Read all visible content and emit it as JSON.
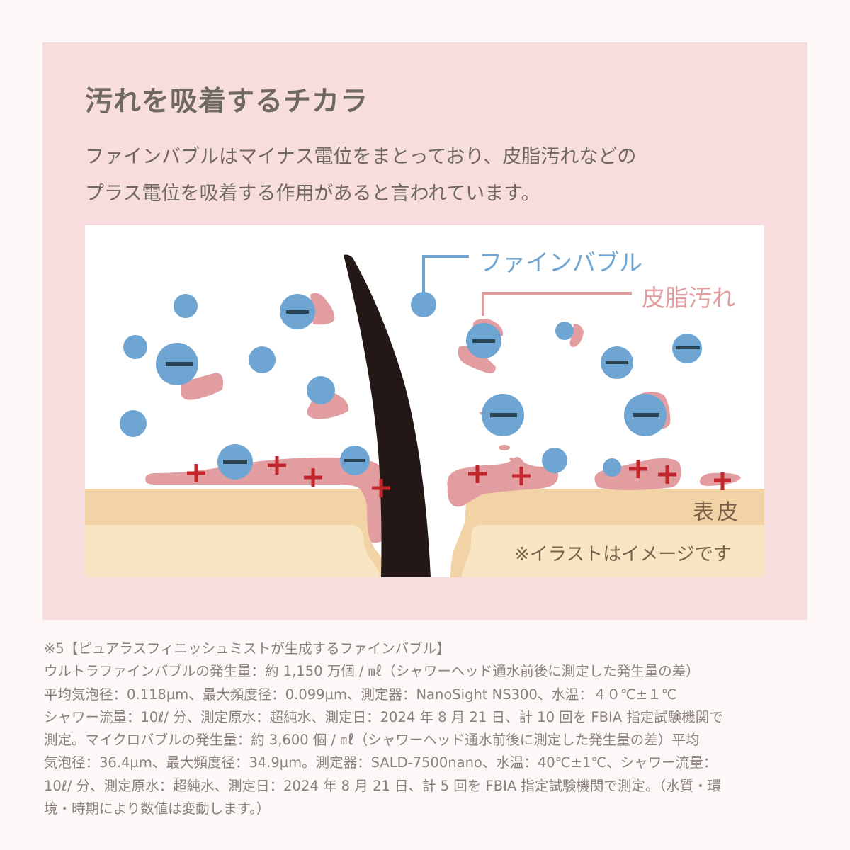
{
  "header": {
    "title": "汚れを吸着するチカラ",
    "lead_lines": [
      "ファインバブルはマイナス電位をまとっており、皮脂汚れなどの",
      "プラス電位を吸着する作用があると言われています。"
    ]
  },
  "illustration": {
    "labels": {
      "fine_bubble": "ファインバブル",
      "sebum": "皮脂汚れ",
      "epidermis": "表皮",
      "note": "※イラストはイメージです"
    },
    "symbols": {
      "negative": "minus-sign",
      "positive": "plus-sign"
    },
    "colors": {
      "bubble": "#6FA5D2",
      "minus": "#2A4452",
      "sebum": "#E19DA0",
      "plus": "#C1272D",
      "hair": "#231815",
      "epidermis_upper": "#F2D3A5",
      "epidermis_lower": "#F8E5C4",
      "panel_bg": "#F8DDDF",
      "page_bg": "#FDF8F7"
    }
  },
  "footnotes": [
    "※5【ピュアラスフィニッシュミストが生成するファインバブル】",
    "ウルトラファインバブルの発生量：約 1,150 万個 / ㎖（シャワーヘッド通水前後に測定した発生量の差）",
    "平均気泡径：0.118µm、最大頻度径：0.099µm、測定器：NanoSight NS300、水温：４０℃±１℃",
    "シャワー流量：10ℓ/ 分、測定原水：超純水、測定日：2024 年 8 月 21 日、計 10 回を FBIA 指定試験機関で",
    "測定。マイクロバブルの発生量：約 3,600 個 / ㎖（シャワーヘッド通水前後に測定した発生量の差）平均",
    "気泡径：36.4µm、最大頻度径：34.9µm。測定器：SALD-7500nano、水温：40℃±1℃、シャワー流量：",
    "10ℓ/ 分、測定原水：超純水、測定日：2024 年 8 月 21 日、計 5 回を FBIA 指定試験機関で測定。（水質・環",
    "境・時期により数値は変動します。）"
  ]
}
